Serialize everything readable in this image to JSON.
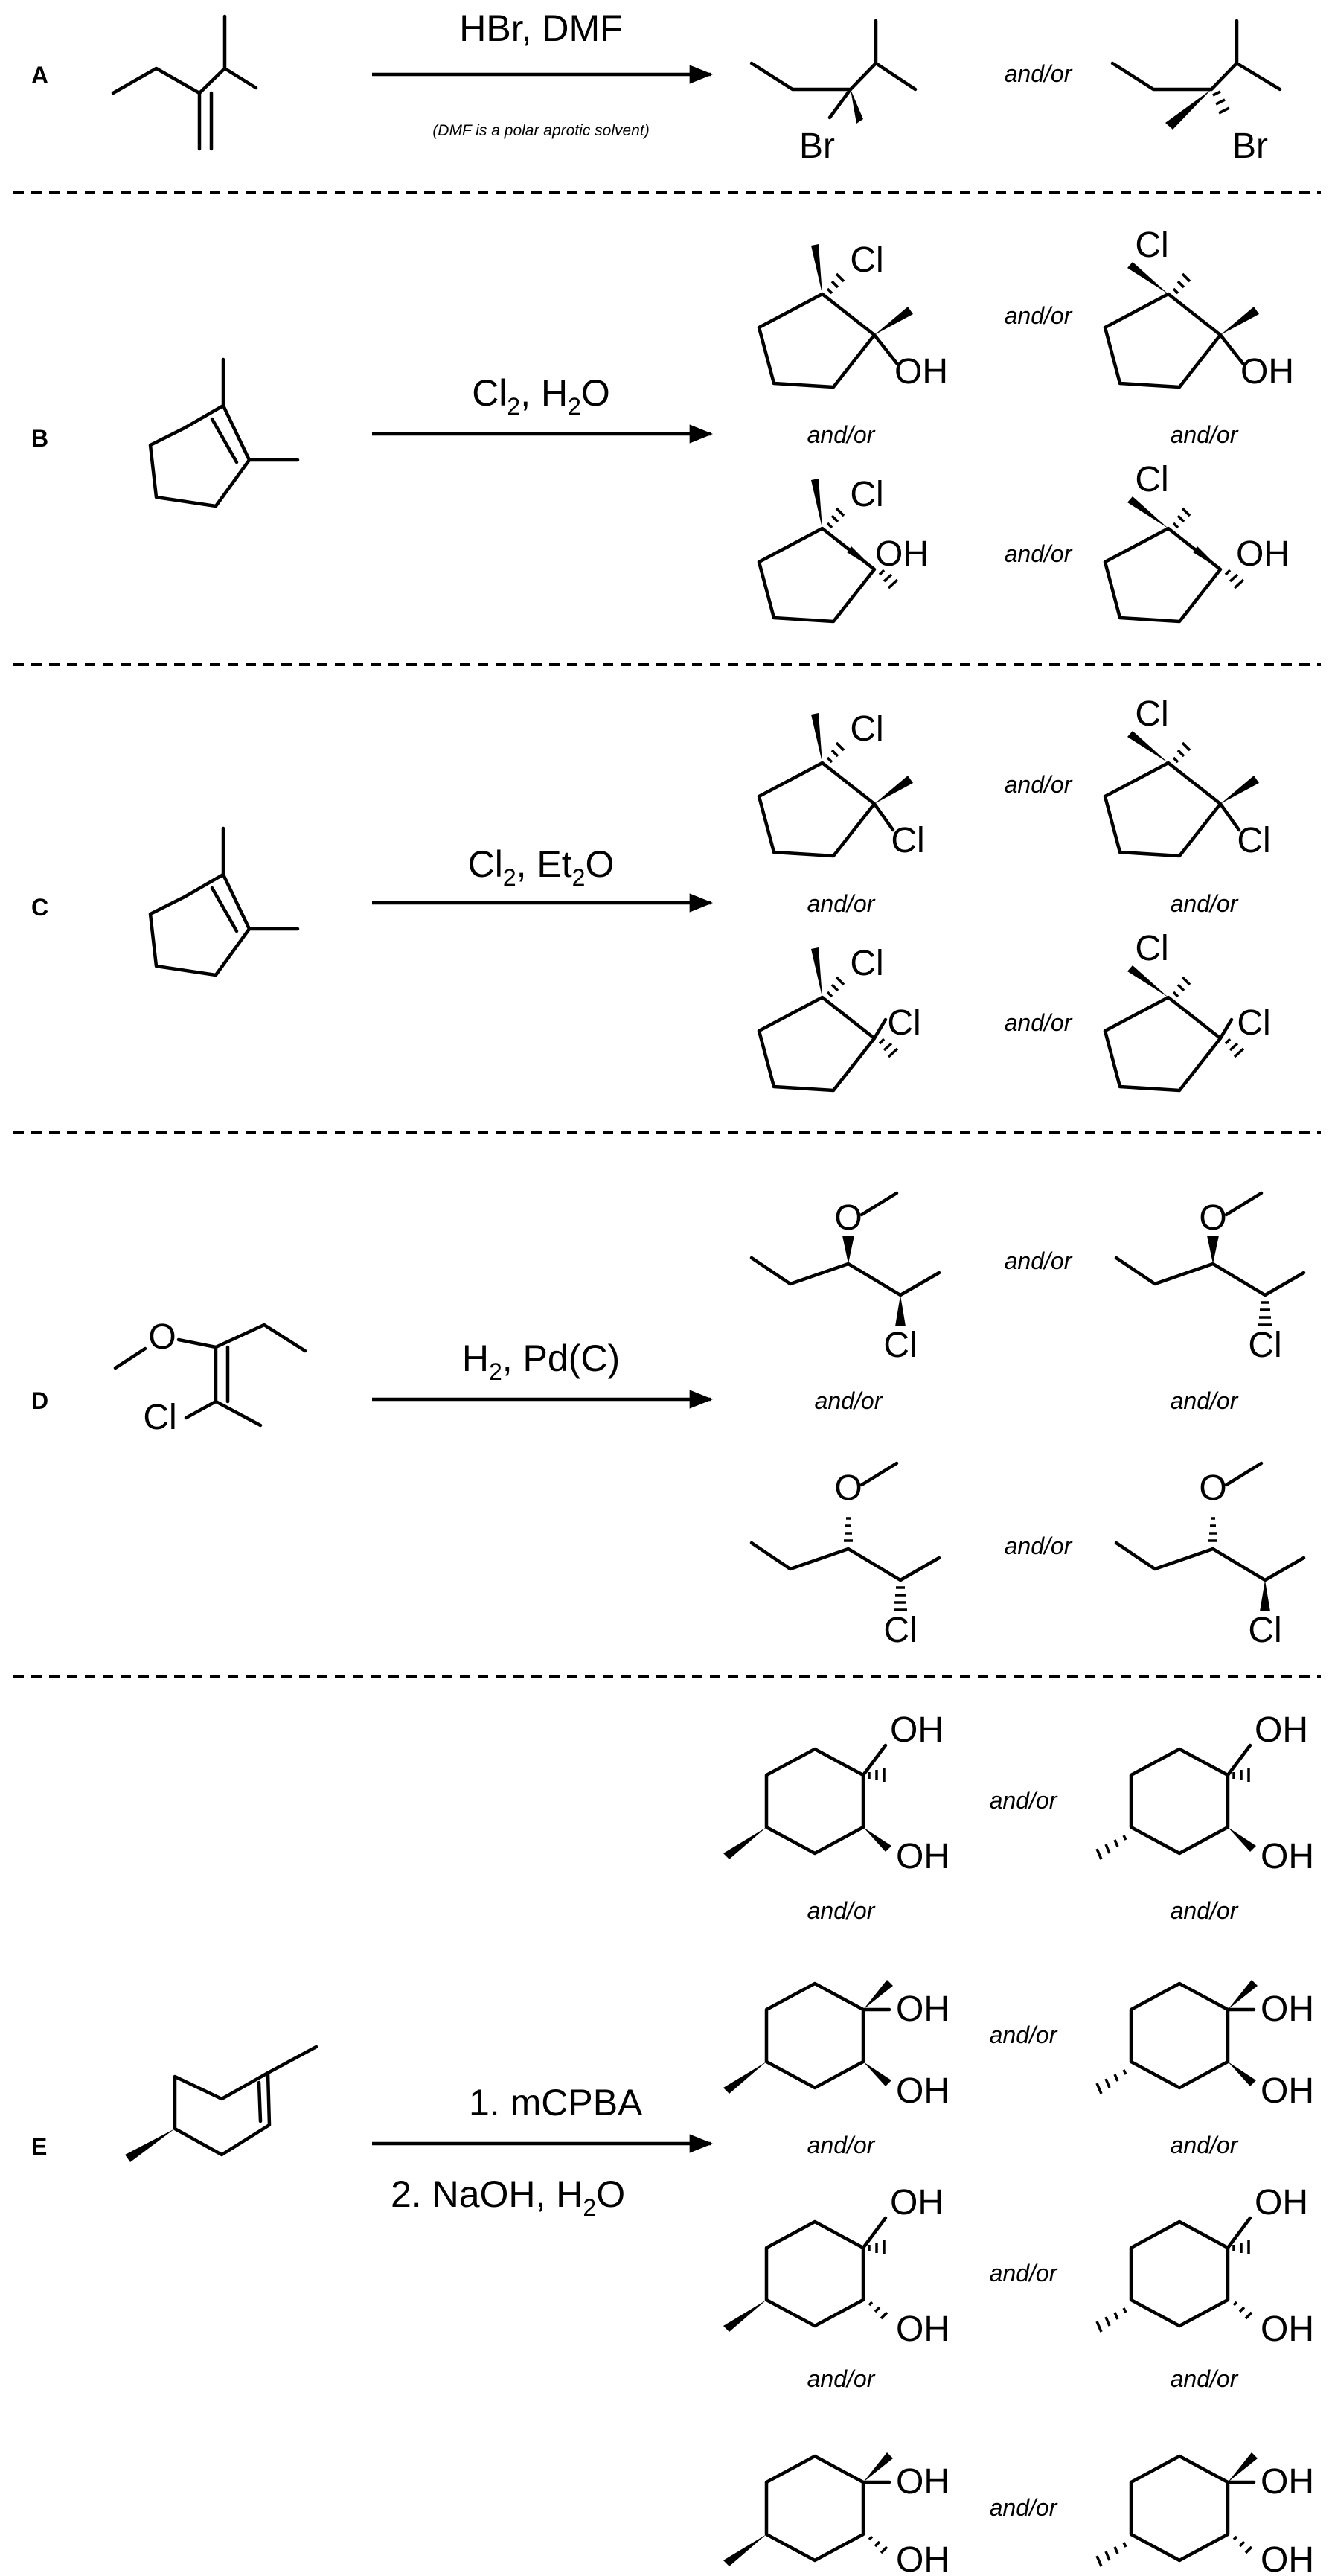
{
  "panels": [
    {
      "label": "A",
      "reagent": "HBr, DMF",
      "note": "(DMF is a polar aprotic solvent)"
    },
    {
      "label": "B",
      "reagent": {
        "a": "Cl",
        "s": "2",
        "b": ", H",
        "s2": "2",
        "c": "O"
      }
    },
    {
      "label": "C",
      "reagent": {
        "a": "Cl",
        "s": "2",
        "b": ", Et",
        "s2": "2",
        "c": "O"
      }
    },
    {
      "label": "D",
      "reagent": {
        "a": "H",
        "s": "2",
        "b": ", Pd(C)"
      }
    },
    {
      "label": "E",
      "step1": "1. mCPBA",
      "step2": {
        "a": "2. NaOH, H",
        "s": "2",
        "b": "O"
      }
    }
  ],
  "connector": "and/or",
  "atoms": {
    "br": "Br",
    "cl": "Cl",
    "oh": "OH",
    "o": "O"
  }
}
